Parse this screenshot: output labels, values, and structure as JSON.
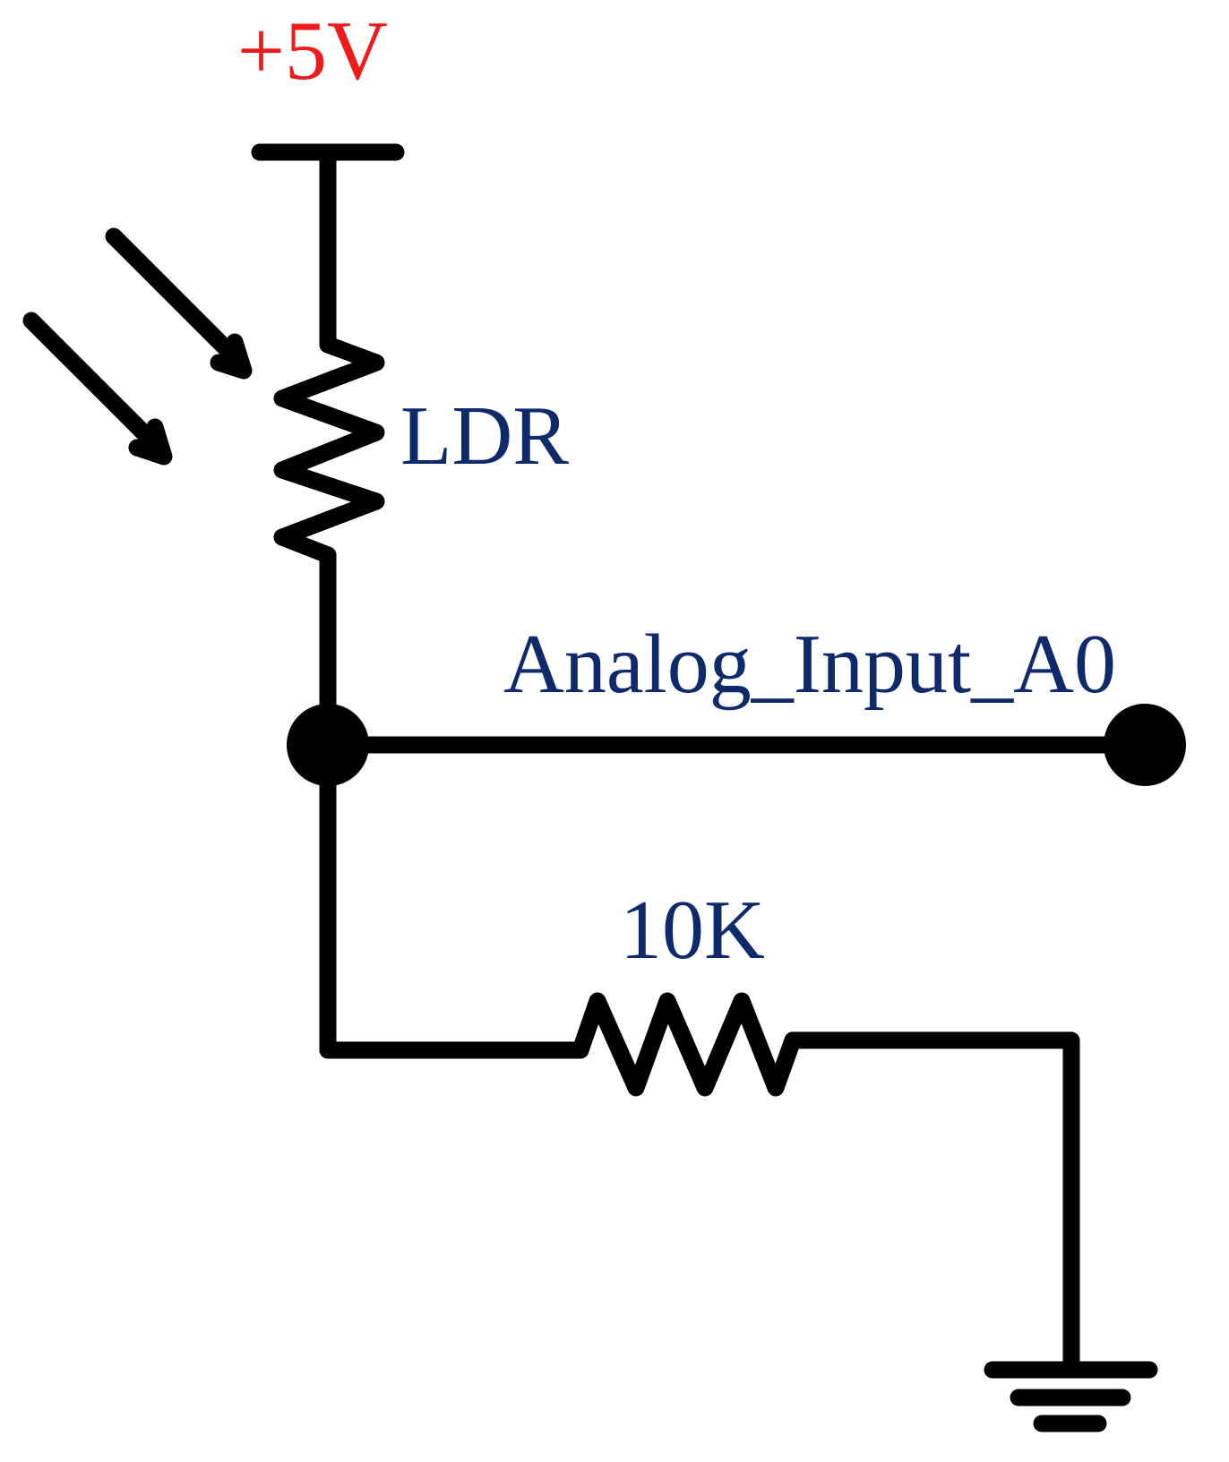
{
  "labels": {
    "supply": "+5V",
    "ldr": "LDR",
    "output": "Analog_Input_A0",
    "resistor": "10K"
  },
  "colors": {
    "supply": "#ef1b1b",
    "label": "#0f2a6b",
    "wire": "#000000"
  },
  "icons": {
    "light_arrows": "incident-light-arrows-icon",
    "ground": "ground-symbol-icon",
    "ldr": "photoresistor-icon",
    "resistor": "resistor-icon"
  }
}
